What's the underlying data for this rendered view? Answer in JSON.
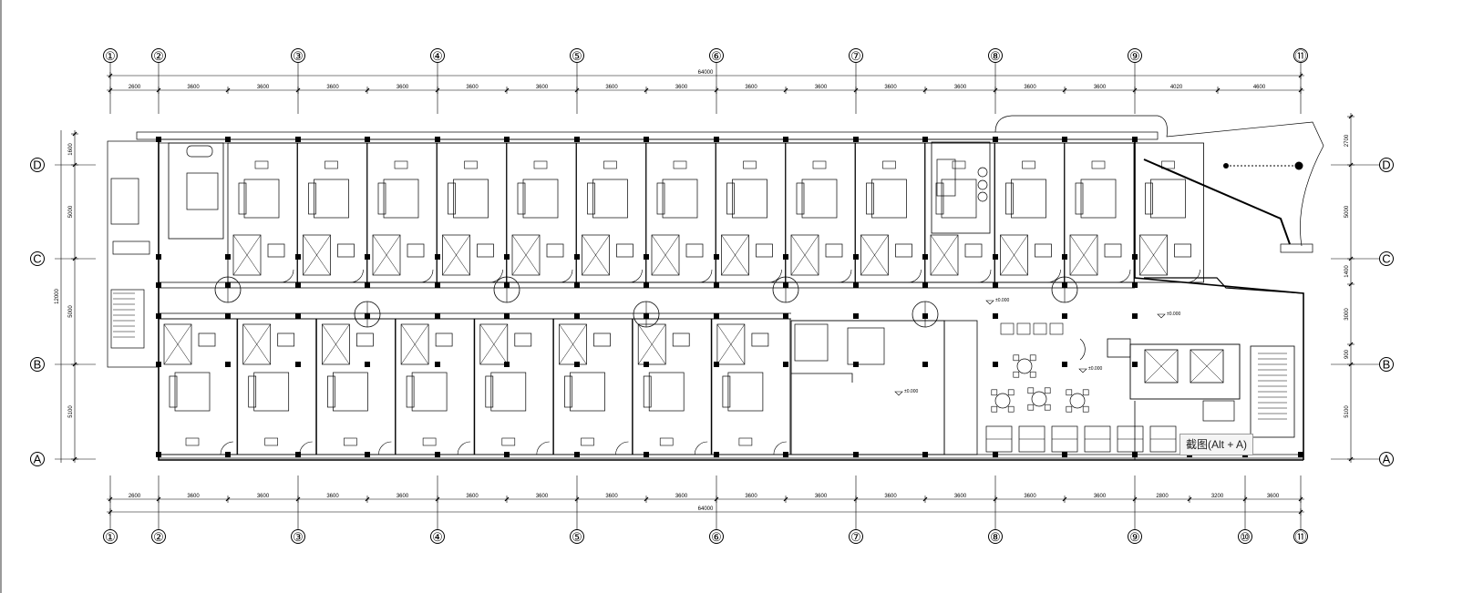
{
  "grid": {
    "top_axes": [
      "①",
      "②",
      "③",
      "④",
      "⑤",
      "⑥",
      "⑦",
      "⑧",
      "⑨",
      "⑪"
    ],
    "bottom_axes": [
      "①",
      "②",
      "③",
      "④",
      "⑤",
      "⑥",
      "⑦",
      "⑧",
      "⑨",
      "⑩",
      "⑪"
    ],
    "row_axes": [
      "D",
      "C",
      "B",
      "A"
    ]
  },
  "dimensions": {
    "top_segments": [
      "2600",
      "3600",
      "3600",
      "3600",
      "3600",
      "3600",
      "3600",
      "3600",
      "3600",
      "3600",
      "3600",
      "3600",
      "3600",
      "3600",
      "3600",
      "4020",
      "4600"
    ],
    "top_total": "64000",
    "bottom_segments": [
      "2600",
      "3600",
      "3600",
      "3600",
      "3600",
      "3600",
      "3600",
      "3600",
      "3600",
      "3600",
      "3600",
      "3600",
      "3600",
      "3600",
      "3600",
      "2800",
      "3200",
      "3600"
    ],
    "bottom_total": "64000",
    "left_segments": [
      "1600",
      "5000",
      "5000",
      "5100"
    ],
    "left_total": "12000",
    "right_segments": [
      "2700",
      "5000",
      "1400",
      "3000",
      "900",
      "5100"
    ]
  },
  "level_marks": [
    "±0.000",
    "±0.000",
    "±0.000",
    "±0.000"
  ],
  "tooltip": "截图(Alt + A)"
}
